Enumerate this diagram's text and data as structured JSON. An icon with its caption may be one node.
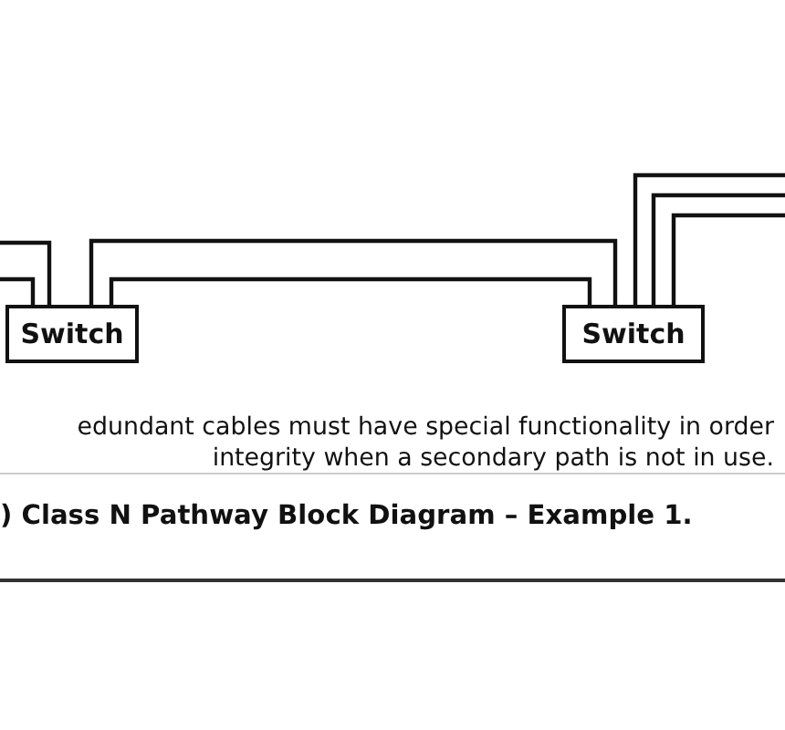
{
  "diagram": {
    "caption": ") Class N Pathway Block Diagram – Example 1.",
    "nodes": [
      {
        "text": [
          "Switch"
        ]
      },
      {
        "text": [
          "Switch"
        ]
      }
    ],
    "edges": [
      {
        "from": 0,
        "to": null,
        "arrow": "none"
      },
      {
        "from": 0,
        "to": null,
        "arrow": "none"
      },
      {
        "from": 0,
        "to": 1,
        "arrow": "none"
      },
      {
        "from": 0,
        "to": 1,
        "arrow": "none"
      },
      {
        "from": 1,
        "to": null,
        "arrow": "none"
      },
      {
        "from": 1,
        "to": null,
        "arrow": "none"
      },
      {
        "from": 1,
        "to": null,
        "arrow": "none"
      }
    ],
    "labels": [
      "edundant cables must have special functionality in order integrity when a secondary path is not in use."
    ]
  }
}
